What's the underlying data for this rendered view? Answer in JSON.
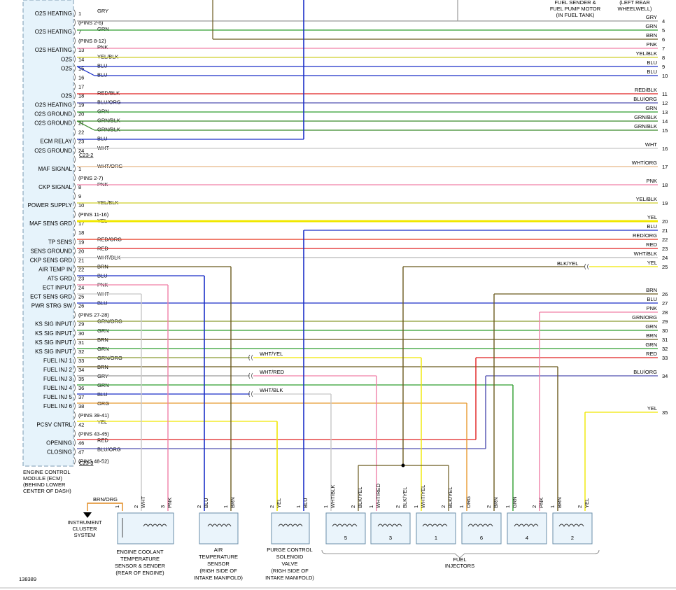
{
  "header": {
    "fuel_pump": [
      "FUEL SENDER &",
      "FUEL PUMP MOTOR",
      "(IN FUEL TANK)"
    ],
    "rear_wheel": [
      "(LEFT REAR",
      "WHEELWELL)"
    ]
  },
  "ecm": {
    "caption": [
      "ENGINE CONTROL",
      "MODULE (ECM)",
      "(BEHIND LOWER",
      "CENTER OF DASH)"
    ],
    "connector2": "C23-2",
    "connector3": "C23-3"
  },
  "rows": [
    {
      "func": "O2S HEATING",
      "pin": "1",
      "wire": "GRY",
      "right": "GRY",
      "num": "4",
      "color": "#9a9a9a"
    },
    {
      "func": "",
      "pin": "(PINS 2-6)",
      "wire": "",
      "right": "",
      "num": "",
      "color": ""
    },
    {
      "func": "O2S HEATING",
      "pin": "7",
      "wire": "GRN",
      "right": "GRN",
      "num": "5",
      "color": "#2e9d2e"
    },
    {
      "func": "",
      "pin": "(PINS 8-12)",
      "wire": "",
      "right": "BRN",
      "num": "6",
      "color": "#6b5a1e"
    },
    {
      "func": "O2S HEATING",
      "pin": "13",
      "wire": "PNK",
      "right": "PNK",
      "num": "7",
      "color": "#f080a8"
    },
    {
      "func": "O2S",
      "pin": "14",
      "wire": "YEL/BLK",
      "right": "YEL/BLK",
      "num": "8",
      "color": "#cfcf2a"
    },
    {
      "func": "O2S",
      "pin": "15",
      "wire": "BLU",
      "right": "BLU",
      "num": "9",
      "color": "#1a2fc8"
    },
    {
      "func": "",
      "pin": "16",
      "wire": "BLU",
      "right": "BLU",
      "num": "10",
      "color": "#1a2fc8"
    },
    {
      "func": "",
      "pin": "17",
      "wire": "",
      "right": "",
      "num": "",
      "color": ""
    },
    {
      "func": "O2S",
      "pin": "18",
      "wire": "RED/BLK",
      "right": "RED/BLK",
      "num": "11",
      "color": "#e02020"
    },
    {
      "func": "O2S HEATING",
      "pin": "19",
      "wire": "BLU/ORG",
      "right": "BLU/ORG",
      "num": "12",
      "color": "#5050b0"
    },
    {
      "func": "O2S GROUND",
      "pin": "20",
      "wire": "GRN",
      "right": "GRN",
      "num": "13",
      "color": "#2e9d2e"
    },
    {
      "func": "O2S GROUND",
      "pin": "21",
      "wire": "GRN/BLK",
      "right": "GRN/BLK",
      "num": "14",
      "color": "#3a8a2a"
    },
    {
      "func": "",
      "pin": "22",
      "wire": "GRN/BLK",
      "right": "GRN/BLK",
      "num": "15",
      "color": "#3a8a2a"
    },
    {
      "func": "ECM RELAY",
      "pin": "23",
      "wire": "BLU",
      "right": "",
      "num": "",
      "color": "#1a2fc8"
    },
    {
      "func": "O2S GROUND",
      "pin": "24",
      "wire": "WHT",
      "right": "WHT",
      "num": "16",
      "color": "#c8c8c8"
    },
    {
      "func": "",
      "pin": "",
      "wire": "",
      "right": "",
      "num": "",
      "color": ""
    },
    {
      "func": "MAF SIGNAL",
      "pin": "1",
      "wire": "WHT/ORG",
      "right": "WHT/ORG",
      "num": "17",
      "color": "#e8b888"
    },
    {
      "func": "",
      "pin": "(PINS 2-7)",
      "wire": "",
      "right": "",
      "num": "",
      "color": ""
    },
    {
      "func": "CKP SIGNAL",
      "pin": "8",
      "wire": "PNK",
      "right": "PNK",
      "num": "18",
      "color": "#f080a8"
    },
    {
      "func": "",
      "pin": "9",
      "wire": "",
      "right": "",
      "num": "",
      "color": ""
    },
    {
      "func": "POWER SUPPLY",
      "pin": "10",
      "wire": "YEL/BLK",
      "right": "YEL/BLK",
      "num": "19",
      "color": "#cfcf2a"
    },
    {
      "func": "",
      "pin": "(PINS 11-16)",
      "wire": "",
      "right": "",
      "num": "",
      "color": ""
    },
    {
      "func": "MAF SENS GRD",
      "pin": "17",
      "wire": "YEL",
      "right": "YEL",
      "num": "20",
      "color": "#f5f000"
    },
    {
      "func": "",
      "pin": "18",
      "wire": "",
      "right": "BLU",
      "num": "21",
      "color": ""
    },
    {
      "func": "TP SENS",
      "pin": "19",
      "wire": "RED/ORG",
      "right": "RED/ORG",
      "num": "22",
      "color": "#e83018"
    },
    {
      "func": "SENS GROUND",
      "pin": "20",
      "wire": "RED",
      "right": "RED",
      "num": "23",
      "color": "#e02020"
    },
    {
      "func": "CKP SENS GRD",
      "pin": "21",
      "wire": "WHT/BLK",
      "right": "WHT/BLK",
      "num": "24",
      "color": "#b8b8b8"
    },
    {
      "func": "AIR TEMP IN",
      "pin": "22",
      "wire": "BRN",
      "right": "YEL",
      "num": "25",
      "color": "#6b5a1e"
    },
    {
      "func": "ATS GRD",
      "pin": "23",
      "wire": "BLU",
      "right": "",
      "num": "",
      "color": "#1a2fc8"
    },
    {
      "func": "ECT INPUT",
      "pin": "24",
      "wire": "PNK",
      "right": "",
      "num": "",
      "color": "#f080a8"
    },
    {
      "func": "ECT SENS GRD",
      "pin": "25",
      "wire": "WHT",
      "right": "BRN",
      "num": "26",
      "color": "#c8c8c8"
    },
    {
      "func": "PWR STRG SW",
      "pin": "26",
      "wire": "BLU",
      "right": "BLU",
      "num": "27",
      "color": "#1a2fc8"
    },
    {
      "func": "",
      "pin": "(PINS 27-28)",
      "wire": "",
      "right": "PNK",
      "num": "28",
      "color": ""
    },
    {
      "func": "KS SIG INPUT",
      "pin": "29",
      "wire": "GRN/ORG",
      "right": "GRN/ORG",
      "num": "29",
      "color": "#8a9a30"
    },
    {
      "func": "KS SIG INPUT",
      "pin": "30",
      "wire": "GRN",
      "right": "GRN",
      "num": "30",
      "color": "#2e9d2e"
    },
    {
      "func": "KS SIG INPUT",
      "pin": "31",
      "wire": "BRN",
      "right": "BRN",
      "num": "31",
      "color": "#6b5a1e"
    },
    {
      "func": "KS SIG INPUT",
      "pin": "32",
      "wire": "GRN",
      "right": "GRN",
      "num": "32",
      "color": "#2e9d2e"
    },
    {
      "func": "FUEL INJ 1",
      "pin": "33",
      "wire": "GRN/ORG",
      "right": "RED",
      "num": "33",
      "color": "#8a9a30"
    },
    {
      "func": "FUEL INJ 2",
      "pin": "34",
      "wire": "BRN",
      "right": "",
      "num": "",
      "color": "#6b5a1e"
    },
    {
      "func": "FUEL INJ 3",
      "pin": "35",
      "wire": "GRY",
      "right": "BLU/ORG",
      "num": "34",
      "color": "#9a9a9a"
    },
    {
      "func": "FUEL INJ 4",
      "pin": "36",
      "wire": "GRN",
      "right": "",
      "num": "",
      "color": "#2e9d2e"
    },
    {
      "func": "FUEL INJ 5",
      "pin": "37",
      "wire": "BLU",
      "right": "",
      "num": "",
      "color": "#1a2fc8"
    },
    {
      "func": "FUEL INJ 6",
      "pin": "38",
      "wire": "ORG",
      "right": "",
      "num": "",
      "color": "#e89a30"
    },
    {
      "func": "",
      "pin": "(PINS 39-41)",
      "wire": "",
      "right": "YEL",
      "num": "35",
      "color": ""
    },
    {
      "func": "PCSV CNTRL",
      "pin": "42",
      "wire": "YEL",
      "right": "",
      "num": "",
      "color": "#f5f000"
    },
    {
      "func": "",
      "pin": "(PINS 43-45)",
      "wire": "",
      "right": "",
      "num": "",
      "color": ""
    },
    {
      "func": "OPENING",
      "pin": "46",
      "wire": "RED",
      "right": "",
      "num": "",
      "color": "#e02020"
    },
    {
      "func": "CLOSING",
      "pin": "47",
      "wire": "BLU/ORG",
      "right": "",
      "num": "",
      "color": "#3040b0"
    },
    {
      "func": "",
      "pin": "(PINS 48-52)",
      "wire": "",
      "right": "",
      "num": "",
      "color": ""
    }
  ],
  "splices": {
    "s25": "BLK/YEL",
    "inj1": "WHT/YEL",
    "inj3": "WHT/RED",
    "inj5": "WHT/BLK",
    "cluster": "BRN/ORG"
  },
  "components": [
    {
      "key": "ect",
      "pins": [
        "1",
        "2",
        "3"
      ],
      "wires": [
        "",
        "WHT",
        "PNK"
      ],
      "caption": [
        "ENGINE COOLANT",
        "TEMPERATURE",
        "SENSOR & SENDER",
        "(REAR OF ENGINE)"
      ]
    },
    {
      "key": "ats",
      "pins": [
        "2",
        "1"
      ],
      "wires": [
        "BLU",
        "BRN"
      ],
      "caption": [
        "AIR",
        "TEMPERATURE",
        "SENSOR",
        "(RIGH SIDE OF",
        "INTAKE MANIFOLD)"
      ]
    },
    {
      "key": "pcsv",
      "pins": [
        "2",
        "1"
      ],
      "wires": [
        "YEL",
        "BLU"
      ],
      "caption": [
        "PURGE CONTROL",
        "SOLENOID",
        "VALVE",
        "(RIGH SIDE OF",
        "INTAKE MANIFOLD)"
      ]
    }
  ],
  "cluster": [
    "INSTRUMENT",
    "CLUSTER",
    "SYSTEM"
  ],
  "injectors": {
    "caption": [
      "FUEL",
      "INJECTORS"
    ],
    "units": [
      {
        "num": "5",
        "wires": [
          "WHT/BLK",
          "BLK/YEL"
        ]
      },
      {
        "num": "3",
        "wires": [
          "WHT/RED",
          "BLK/YEL"
        ]
      },
      {
        "num": "1",
        "wires": [
          "WHT/YEL",
          "BLK/YEL"
        ]
      },
      {
        "num": "6",
        "wires": [
          "ORG",
          "BRN"
        ]
      },
      {
        "num": "4",
        "wires": [
          "GRN",
          "PNK"
        ]
      },
      {
        "num": "2",
        "wires": [
          "BRN",
          "YEL"
        ]
      }
    ]
  },
  "figure_id": "138389"
}
